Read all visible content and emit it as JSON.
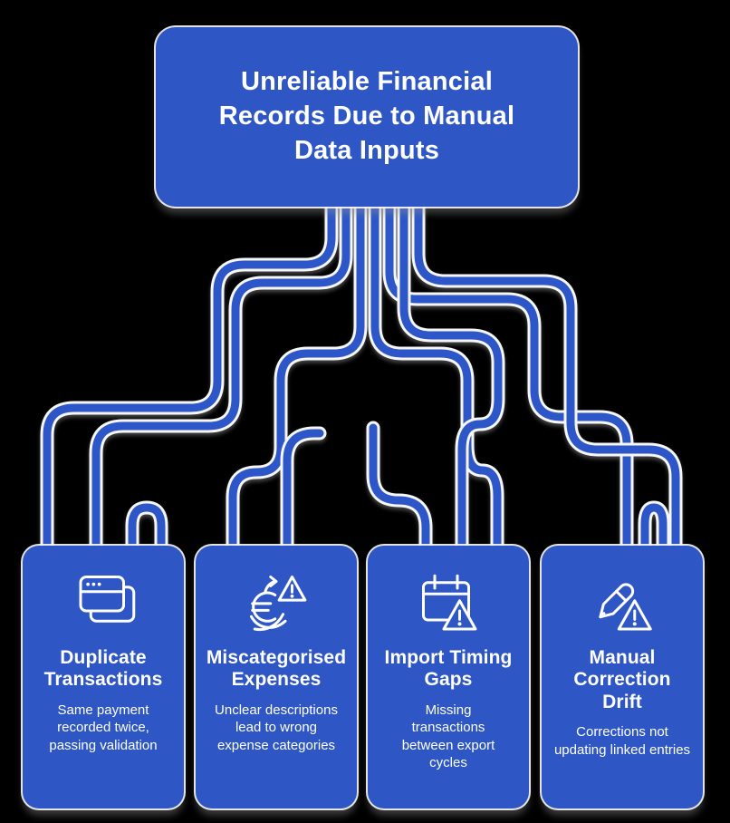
{
  "header": {
    "title_lines": [
      "Unreliable Financial",
      "Records Due to Manual",
      "Data Inputs"
    ]
  },
  "cards": [
    {
      "icon": "duplicate-windows-icon",
      "title": "Duplicate Transactions",
      "description": "Same payment recorded twice, passing validation"
    },
    {
      "icon": "currency-warning-icon",
      "title": "Miscategorised Expenses",
      "description": "Unclear descriptions lead to wrong expense categories"
    },
    {
      "icon": "calendar-warning-icon",
      "title": "Import Timing Gaps",
      "description": "Missing transactions between export cycles"
    },
    {
      "icon": "pencil-warning-icon",
      "title": "Manual Correction Drift",
      "description": "Corrections not updating linked entries"
    }
  ],
  "colors": {
    "background": "#000000",
    "node_blue": "#2E56C5",
    "trace_blue": "#2D57C8",
    "trace_outline": "#F6F6F6",
    "text": "#FFFFFF"
  }
}
